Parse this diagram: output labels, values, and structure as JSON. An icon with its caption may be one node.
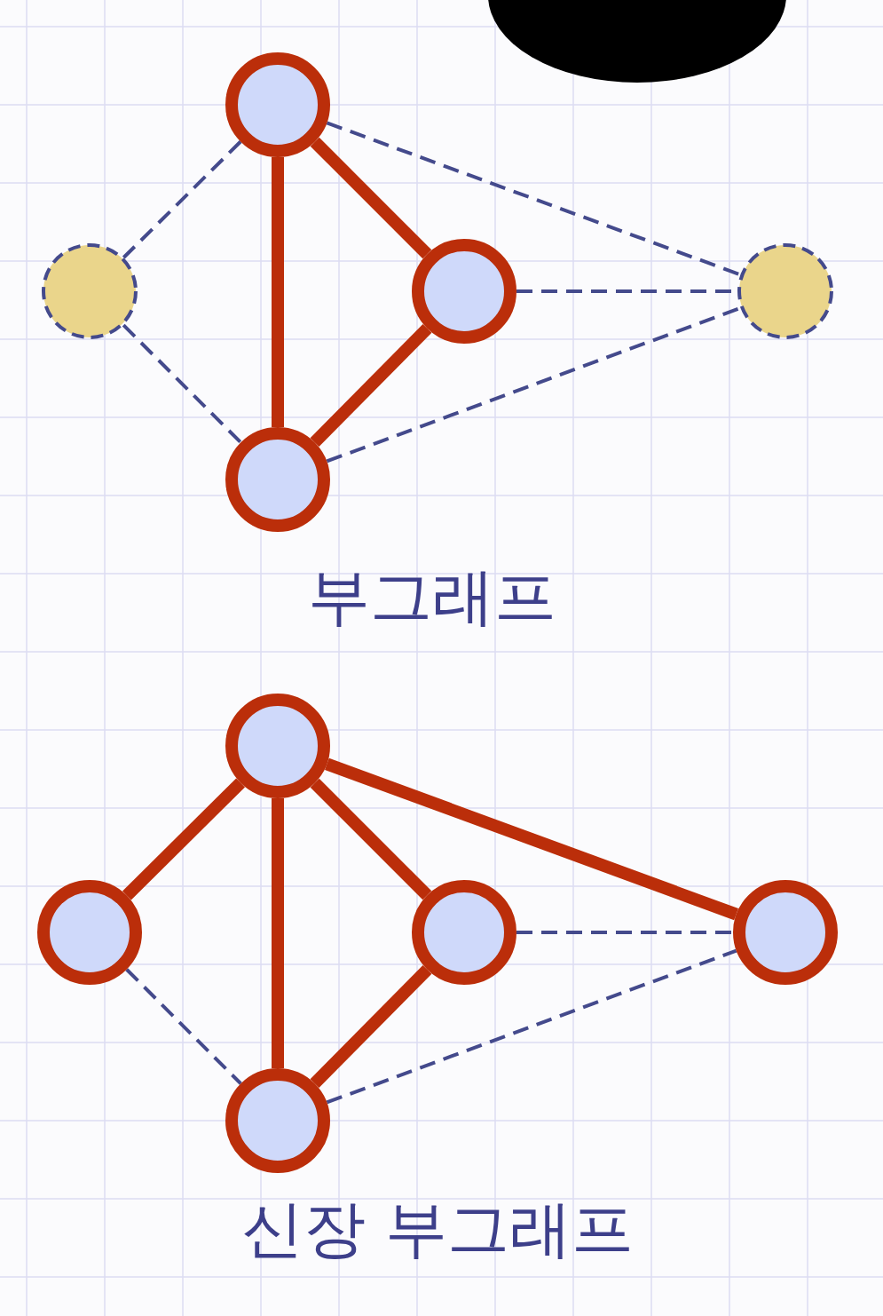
{
  "diagram": {
    "nodes": [
      {
        "text": [],
        "shape": "circle"
      },
      {
        "text": [],
        "shape": "circle"
      },
      {
        "text": [],
        "shape": "circle"
      },
      {
        "text": [],
        "shape": "circle"
      },
      {
        "text": [],
        "shape": "circle"
      },
      {
        "text": [],
        "shape": "circle"
      },
      {
        "text": [],
        "shape": "circle"
      },
      {
        "text": [],
        "shape": "circle"
      },
      {
        "text": [],
        "shape": "circle"
      },
      {
        "text": [],
        "shape": "circle"
      },
      {
        "text": [],
        "shape": "ellipse"
      }
    ],
    "edges": [
      {
        "from": 0,
        "to": 4,
        "arrow": "none",
        "style": "thick",
        "color": "#bb2e0a"
      },
      {
        "from": 0,
        "to": 2,
        "arrow": "none",
        "style": "thick",
        "color": "#bb2e0a"
      },
      {
        "from": 2,
        "to": 4,
        "arrow": "none",
        "style": "thick",
        "color": "#bb2e0a"
      },
      {
        "from": 0,
        "to": 1,
        "arrow": "none",
        "style": "dashed",
        "color": "#444a8c"
      },
      {
        "from": 1,
        "to": 4,
        "arrow": "none",
        "style": "dashed",
        "color": "#444a8c"
      },
      {
        "from": 0,
        "to": 3,
        "arrow": "none",
        "style": "dashed",
        "color": "#444a8c"
      },
      {
        "from": 2,
        "to": 3,
        "arrow": "none",
        "style": "dashed",
        "color": "#444a8c"
      },
      {
        "from": 4,
        "to": 3,
        "arrow": "none",
        "style": "dashed",
        "color": "#444a8c"
      },
      {
        "from": 5,
        "to": 6,
        "arrow": "none",
        "style": "thick",
        "color": "#bb2e0a"
      },
      {
        "from": 5,
        "to": 9,
        "arrow": "none",
        "style": "thick",
        "color": "#bb2e0a"
      },
      {
        "from": 5,
        "to": 7,
        "arrow": "none",
        "style": "thick",
        "color": "#bb2e0a"
      },
      {
        "from": 7,
        "to": 9,
        "arrow": "none",
        "style": "thick",
        "color": "#bb2e0a"
      },
      {
        "from": 5,
        "to": 8,
        "arrow": "none",
        "style": "thick",
        "color": "#bb2e0a"
      },
      {
        "from": 6,
        "to": 9,
        "arrow": "none",
        "style": "dashed",
        "color": "#444a8c"
      },
      {
        "from": 7,
        "to": 8,
        "arrow": "none",
        "style": "dashed",
        "color": "#444a8c"
      },
      {
        "from": 9,
        "to": 8,
        "arrow": "none",
        "style": "dashed",
        "color": "#444a8c"
      }
    ],
    "labels": [
      "부그래프",
      "신장 부그래프"
    ]
  }
}
